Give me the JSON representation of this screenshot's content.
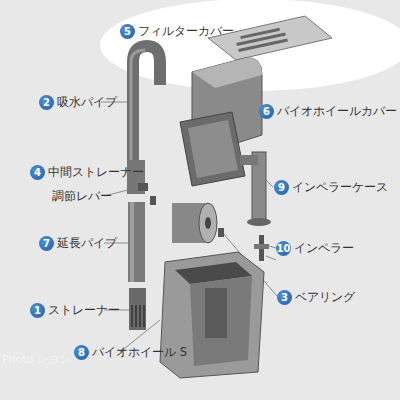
{
  "diagram": {
    "nodes": [
      {
        "text": [
          "5",
          "フィルターカバー"
        ]
      },
      {
        "text": [
          "2",
          "吸水パイプ"
        ]
      },
      {
        "text": [
          "6",
          "バイオホイールカバー"
        ]
      },
      {
        "text": [
          "4",
          "中間ストレーナー"
        ]
      },
      {
        "text": [
          "9",
          "インペラーケース"
        ]
      },
      {
        "text": [
          "7",
          "延長パイプ"
        ]
      },
      {
        "text": [
          "10",
          "インペラー"
        ]
      },
      {
        "text": [
          "3",
          "ベアリング"
        ]
      },
      {
        "text": [
          "1",
          "ストレーナー"
        ]
      },
      {
        "text": [
          "8",
          "バイオホイール S"
        ]
      }
    ],
    "labels": [
      "調節レバー",
      "Photo レヨン"
    ]
  }
}
